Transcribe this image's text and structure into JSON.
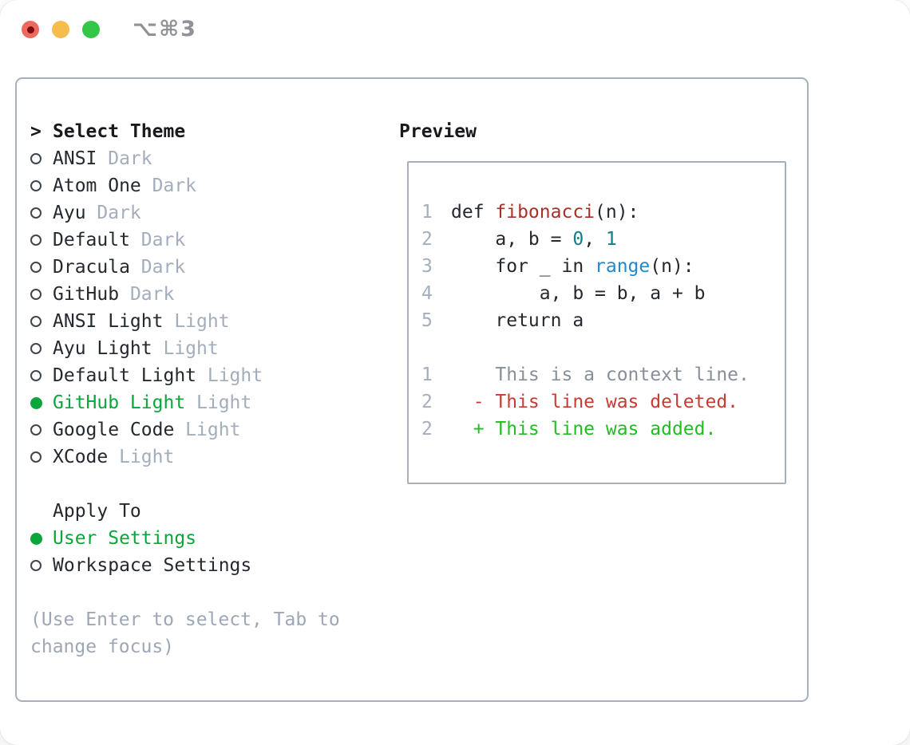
{
  "window": {
    "title": "⌥⌘3",
    "traffic_lights": [
      {
        "name": "close",
        "color": "#ee6a5e"
      },
      {
        "name": "minimize",
        "color": "#f5bd4b"
      },
      {
        "name": "zoom",
        "color": "#33c748"
      }
    ]
  },
  "colors": {
    "accent_green": "#0ba53c",
    "added_green": "#21bd21",
    "deleted_red": "#c93b32",
    "function_red": "#a93029",
    "number_teal": "#0e7f88",
    "builtin_blue": "#2189cc",
    "text": "#24292f",
    "muted_label": "#a3adbb",
    "context_gray": "#878f99",
    "line_number_gray": "#a4aebe",
    "hint_gray": "#9da7b5",
    "border_gray": "#a8b0ba"
  },
  "theme_picker": {
    "prompt": ">",
    "title": "Select Theme",
    "themes": [
      {
        "name": "ANSI",
        "variant": "Dark",
        "selected": false
      },
      {
        "name": "Atom One",
        "variant": "Dark",
        "selected": false
      },
      {
        "name": "Ayu",
        "variant": "Dark",
        "selected": false
      },
      {
        "name": "Default",
        "variant": "Dark",
        "selected": false
      },
      {
        "name": "Dracula",
        "variant": "Dark",
        "selected": false
      },
      {
        "name": "GitHub",
        "variant": "Dark",
        "selected": false
      },
      {
        "name": "ANSI Light",
        "variant": "Light",
        "selected": false
      },
      {
        "name": "Ayu Light",
        "variant": "Light",
        "selected": false
      },
      {
        "name": "Default Light",
        "variant": "Light",
        "selected": false
      },
      {
        "name": "GitHub Light",
        "variant": "Light",
        "selected": true
      },
      {
        "name": "Google Code",
        "variant": "Light",
        "selected": false
      },
      {
        "name": "XCode",
        "variant": "Light",
        "selected": false
      }
    ],
    "apply_to": {
      "title": "Apply To",
      "options": [
        {
          "name": "User Settings",
          "selected": true
        },
        {
          "name": "Workspace Settings",
          "selected": false
        }
      ]
    },
    "hint": "(Use Enter to select, Tab to change focus)"
  },
  "preview": {
    "title": "Preview",
    "lines": [
      {
        "num": "1",
        "segments": [
          {
            "c": "fg",
            "t": "def "
          },
          {
            "c": "fn",
            "t": "fibonacci"
          },
          {
            "c": "fg",
            "t": "(n):"
          }
        ]
      },
      {
        "num": "2",
        "segments": [
          {
            "c": "fg",
            "t": "    a, b = "
          },
          {
            "c": "num",
            "t": "0"
          },
          {
            "c": "fg",
            "t": ", "
          },
          {
            "c": "num",
            "t": "1"
          }
        ]
      },
      {
        "num": "3",
        "segments": [
          {
            "c": "fg",
            "t": "    for _ in "
          },
          {
            "c": "blt",
            "t": "range"
          },
          {
            "c": "fg",
            "t": "(n):"
          }
        ]
      },
      {
        "num": "4",
        "segments": [
          {
            "c": "fg",
            "t": "        a, b = b, a + b"
          }
        ]
      },
      {
        "num": "5",
        "segments": [
          {
            "c": "fg",
            "t": "    return a"
          }
        ]
      },
      {
        "num": "",
        "segments": []
      },
      {
        "num": "1",
        "segments": [
          {
            "c": "ctx",
            "t": "    This is a context line."
          }
        ]
      },
      {
        "num": "2",
        "segments": [
          {
            "c": "del",
            "t": "  - This line was deleted."
          }
        ]
      },
      {
        "num": "2",
        "segments": [
          {
            "c": "add",
            "t": "  + This line was added."
          }
        ]
      }
    ]
  }
}
